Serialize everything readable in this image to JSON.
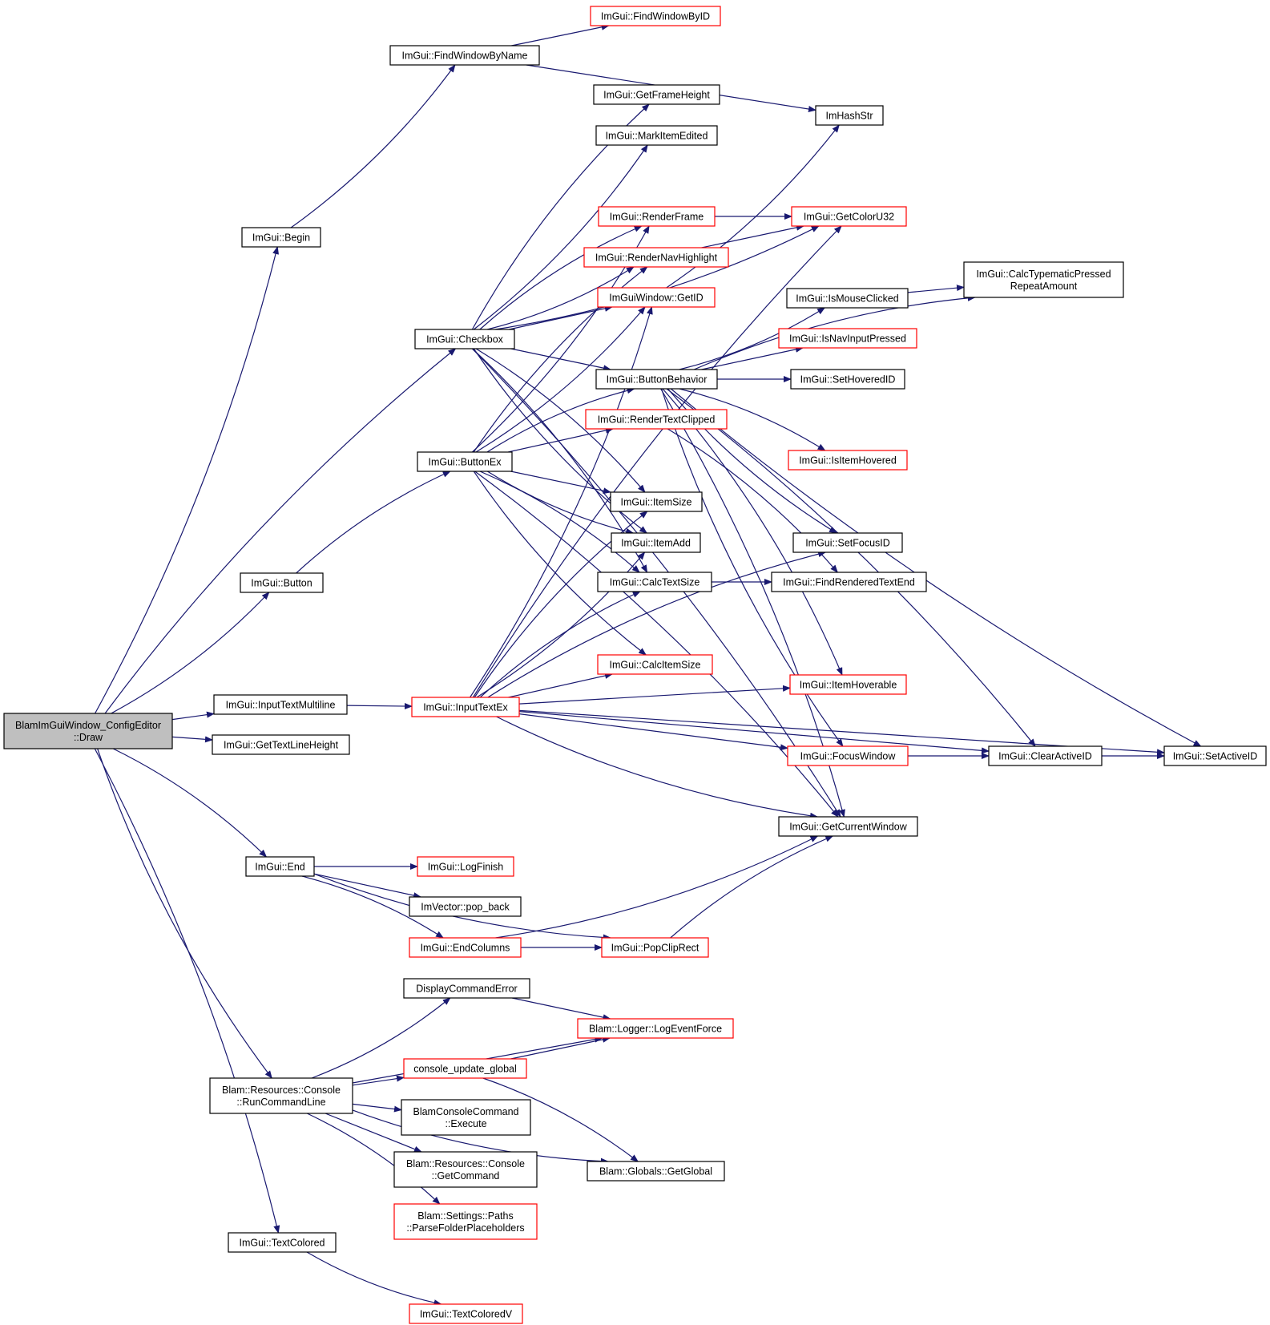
{
  "diagram": {
    "colors": {
      "edge": "#191970",
      "border_normal": "#000000",
      "border_truncated": "#ff0000",
      "root_fill": "#bfbfbf",
      "fill": "#ffffff"
    },
    "nodes": [
      {
        "id": "root",
        "lines": [
          "BlamImGuiWindow_ConfigEditor",
          "::Draw"
        ],
        "kind": "root"
      },
      {
        "id": "begin",
        "lines": [
          "ImGui::Begin"
        ],
        "kind": "normal"
      },
      {
        "id": "findbyname",
        "lines": [
          "ImGui::FindWindowByName"
        ],
        "kind": "normal"
      },
      {
        "id": "findbyid",
        "lines": [
          "ImGui::FindWindowByID"
        ],
        "kind": "truncated"
      },
      {
        "id": "checkbox",
        "lines": [
          "ImGui::Checkbox"
        ],
        "kind": "normal"
      },
      {
        "id": "buttonex",
        "lines": [
          "ImGui::ButtonEx"
        ],
        "kind": "normal"
      },
      {
        "id": "button",
        "lines": [
          "ImGui::Button"
        ],
        "kind": "normal"
      },
      {
        "id": "inputmulti",
        "lines": [
          "ImGui::InputTextMultiline"
        ],
        "kind": "normal"
      },
      {
        "id": "inputex",
        "lines": [
          "ImGui::InputTextEx"
        ],
        "kind": "truncated"
      },
      {
        "id": "textlineheight",
        "lines": [
          "ImGui::GetTextLineHeight"
        ],
        "kind": "normal"
      },
      {
        "id": "end",
        "lines": [
          "ImGui::End"
        ],
        "kind": "normal"
      },
      {
        "id": "logfinish",
        "lines": [
          "ImGui::LogFinish"
        ],
        "kind": "truncated"
      },
      {
        "id": "popback",
        "lines": [
          "ImVector::pop_back"
        ],
        "kind": "normal"
      },
      {
        "id": "endcolumns",
        "lines": [
          "ImGui::EndColumns"
        ],
        "kind": "truncated"
      },
      {
        "id": "popcliprect",
        "lines": [
          "ImGui::PopClipRect"
        ],
        "kind": "truncated"
      },
      {
        "id": "runcmd",
        "lines": [
          "Blam::Resources::Console",
          "::RunCommandLine"
        ],
        "kind": "normal"
      },
      {
        "id": "displayerr",
        "lines": [
          "DisplayCommandError"
        ],
        "kind": "normal"
      },
      {
        "id": "logevent",
        "lines": [
          "Blam::Logger::LogEventForce"
        ],
        "kind": "truncated"
      },
      {
        "id": "consoleupdate",
        "lines": [
          "console_update_global"
        ],
        "kind": "truncated"
      },
      {
        "id": "execute",
        "lines": [
          "BlamConsoleCommand",
          "::Execute"
        ],
        "kind": "normal"
      },
      {
        "id": "getcommand",
        "lines": [
          "Blam::Resources::Console",
          "::GetCommand"
        ],
        "kind": "normal"
      },
      {
        "id": "parsefolder",
        "lines": [
          "Blam::Settings::Paths",
          "::ParseFolderPlaceholders"
        ],
        "kind": "truncated"
      },
      {
        "id": "getglobal",
        "lines": [
          "Blam::Globals::GetGlobal"
        ],
        "kind": "normal"
      },
      {
        "id": "textcolored",
        "lines": [
          "ImGui::TextColored"
        ],
        "kind": "normal"
      },
      {
        "id": "textcoloredv",
        "lines": [
          "ImGui::TextColoredV"
        ],
        "kind": "truncated"
      },
      {
        "id": "frameheight",
        "lines": [
          "ImGui::GetFrameHeight"
        ],
        "kind": "normal"
      },
      {
        "id": "markedited",
        "lines": [
          "ImGui::MarkItemEdited"
        ],
        "kind": "normal"
      },
      {
        "id": "renderframe",
        "lines": [
          "ImGui::RenderFrame"
        ],
        "kind": "truncated"
      },
      {
        "id": "rendernav",
        "lines": [
          "ImGui::RenderNavHighlight"
        ],
        "kind": "truncated"
      },
      {
        "id": "getid",
        "lines": [
          "ImGuiWindow::GetID"
        ],
        "kind": "truncated"
      },
      {
        "id": "buttonbehavior",
        "lines": [
          "ImGui::ButtonBehavior"
        ],
        "kind": "normal"
      },
      {
        "id": "rendertextclipped",
        "lines": [
          "ImGui::RenderTextClipped"
        ],
        "kind": "truncated"
      },
      {
        "id": "itemsize",
        "lines": [
          "ImGui::ItemSize"
        ],
        "kind": "normal"
      },
      {
        "id": "itemadd",
        "lines": [
          "ImGui::ItemAdd"
        ],
        "kind": "normal"
      },
      {
        "id": "calctextsize",
        "lines": [
          "ImGui::CalcTextSize"
        ],
        "kind": "normal"
      },
      {
        "id": "calcitemsize",
        "lines": [
          "ImGui::CalcItemSize"
        ],
        "kind": "truncated"
      },
      {
        "id": "imhashstr",
        "lines": [
          "ImHashStr"
        ],
        "kind": "normal"
      },
      {
        "id": "getcoloru32",
        "lines": [
          "ImGui::GetColorU32"
        ],
        "kind": "truncated"
      },
      {
        "id": "calctypematic",
        "lines": [
          "ImGui::CalcTypematicPressed",
          "RepeatAmount"
        ],
        "kind": "normal"
      },
      {
        "id": "ismouseclicked",
        "lines": [
          "ImGui::IsMouseClicked"
        ],
        "kind": "normal"
      },
      {
        "id": "isnavinput",
        "lines": [
          "ImGui::IsNavInputPressed"
        ],
        "kind": "truncated"
      },
      {
        "id": "sethoveredid",
        "lines": [
          "ImGui::SetHoveredID"
        ],
        "kind": "normal"
      },
      {
        "id": "isitemhovered",
        "lines": [
          "ImGui::IsItemHovered"
        ],
        "kind": "truncated"
      },
      {
        "id": "setfocusid",
        "lines": [
          "ImGui::SetFocusID"
        ],
        "kind": "normal"
      },
      {
        "id": "findrenderedtextend",
        "lines": [
          "ImGui::FindRenderedTextEnd"
        ],
        "kind": "normal"
      },
      {
        "id": "itemhoverable",
        "lines": [
          "ImGui::ItemHoverable"
        ],
        "kind": "truncated"
      },
      {
        "id": "focuswindow",
        "lines": [
          "ImGui::FocusWindow"
        ],
        "kind": "truncated"
      },
      {
        "id": "clearactiveid",
        "lines": [
          "ImGui::ClearActiveID"
        ],
        "kind": "normal"
      },
      {
        "id": "setactiveid",
        "lines": [
          "ImGui::SetActiveID"
        ],
        "kind": "normal"
      },
      {
        "id": "getcurrentwindow",
        "lines": [
          "ImGui::GetCurrentWindow"
        ],
        "kind": "normal"
      }
    ],
    "edges": [
      [
        "root",
        "begin"
      ],
      [
        "root",
        "checkbox"
      ],
      [
        "root",
        "button"
      ],
      [
        "root",
        "inputmulti"
      ],
      [
        "root",
        "textlineheight"
      ],
      [
        "root",
        "end"
      ],
      [
        "root",
        "runcmd"
      ],
      [
        "root",
        "textcolored"
      ],
      [
        "begin",
        "findbyname"
      ],
      [
        "findbyname",
        "findbyid"
      ],
      [
        "findbyname",
        "imhashstr"
      ],
      [
        "button",
        "buttonex"
      ],
      [
        "inputmulti",
        "inputex"
      ],
      [
        "checkbox",
        "frameheight"
      ],
      [
        "checkbox",
        "markedited"
      ],
      [
        "checkbox",
        "renderframe"
      ],
      [
        "checkbox",
        "rendernav"
      ],
      [
        "checkbox",
        "getid"
      ],
      [
        "checkbox",
        "buttonbehavior"
      ],
      [
        "checkbox",
        "itemsize"
      ],
      [
        "checkbox",
        "itemadd"
      ],
      [
        "checkbox",
        "calctextsize"
      ],
      [
        "checkbox",
        "getcoloru32"
      ],
      [
        "checkbox",
        "getcurrentwindow"
      ],
      [
        "buttonex",
        "renderframe"
      ],
      [
        "buttonex",
        "rendernav"
      ],
      [
        "buttonex",
        "getid"
      ],
      [
        "buttonex",
        "buttonbehavior"
      ],
      [
        "buttonex",
        "rendertextclipped"
      ],
      [
        "buttonex",
        "itemsize"
      ],
      [
        "buttonex",
        "itemadd"
      ],
      [
        "buttonex",
        "calctextsize"
      ],
      [
        "buttonex",
        "calcitemsize"
      ],
      [
        "buttonex",
        "getcurrentwindow"
      ],
      [
        "inputex",
        "getid"
      ],
      [
        "inputex",
        "itemsize"
      ],
      [
        "inputex",
        "itemadd"
      ],
      [
        "inputex",
        "calctextsize"
      ],
      [
        "inputex",
        "calcitemsize"
      ],
      [
        "inputex",
        "setfocusid"
      ],
      [
        "inputex",
        "itemhoverable"
      ],
      [
        "inputex",
        "focuswindow"
      ],
      [
        "inputex",
        "getcurrentwindow"
      ],
      [
        "inputex",
        "clearactiveid"
      ],
      [
        "inputex",
        "setactiveid"
      ],
      [
        "inputex",
        "getcoloru32"
      ],
      [
        "renderframe",
        "getcoloru32"
      ],
      [
        "rendernav",
        "getcoloru32"
      ],
      [
        "getid",
        "imhashstr"
      ],
      [
        "buttonbehavior",
        "calctypematic"
      ],
      [
        "buttonbehavior",
        "ismouseclicked"
      ],
      [
        "buttonbehavior",
        "isnavinput"
      ],
      [
        "buttonbehavior",
        "sethoveredid"
      ],
      [
        "buttonbehavior",
        "isitemhovered"
      ],
      [
        "buttonbehavior",
        "setfocusid"
      ],
      [
        "buttonbehavior",
        "itemhoverable"
      ],
      [
        "buttonbehavior",
        "focuswindow"
      ],
      [
        "buttonbehavior",
        "clearactiveid"
      ],
      [
        "buttonbehavior",
        "setactiveid"
      ],
      [
        "buttonbehavior",
        "getcurrentwindow"
      ],
      [
        "ismouseclicked",
        "calctypematic"
      ],
      [
        "rendertextclipped",
        "findrenderedtextend"
      ],
      [
        "calctextsize",
        "findrenderedtextend"
      ],
      [
        "focuswindow",
        "clearactiveid"
      ],
      [
        "clearactiveid",
        "setactiveid"
      ],
      [
        "end",
        "logfinish"
      ],
      [
        "end",
        "popback"
      ],
      [
        "end",
        "endcolumns"
      ],
      [
        "end",
        "popcliprect"
      ],
      [
        "endcolumns",
        "popcliprect"
      ],
      [
        "endcolumns",
        "getcurrentwindow"
      ],
      [
        "popcliprect",
        "getcurrentwindow"
      ],
      [
        "runcmd",
        "displayerr"
      ],
      [
        "runcmd",
        "logevent"
      ],
      [
        "runcmd",
        "consoleupdate"
      ],
      [
        "runcmd",
        "execute"
      ],
      [
        "runcmd",
        "getcommand"
      ],
      [
        "runcmd",
        "parsefolder"
      ],
      [
        "runcmd",
        "getglobal"
      ],
      [
        "displayerr",
        "logevent"
      ],
      [
        "consoleupdate",
        "logevent"
      ],
      [
        "consoleupdate",
        "getglobal"
      ],
      [
        "textcolored",
        "textcoloredv"
      ]
    ]
  }
}
